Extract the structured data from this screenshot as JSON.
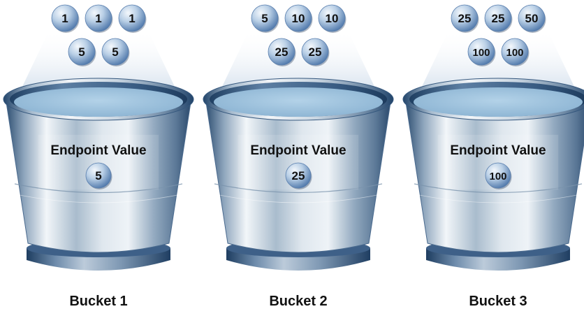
{
  "buckets": [
    {
      "label": "Bucket 1",
      "endpoint_caption": "Endpoint Value",
      "endpoint_value": "5",
      "top_row": [
        "1",
        "1",
        "1"
      ],
      "second_row": [
        "5",
        "5"
      ]
    },
    {
      "label": "Bucket 2",
      "endpoint_caption": "Endpoint Value",
      "endpoint_value": "25",
      "top_row": [
        "5",
        "10",
        "10"
      ],
      "second_row": [
        "25",
        "25"
      ]
    },
    {
      "label": "Bucket 3",
      "endpoint_caption": "Endpoint Value",
      "endpoint_value": "100",
      "top_row": [
        "25",
        "25",
        "50"
      ],
      "second_row": [
        "100",
        "100"
      ]
    }
  ],
  "colors": {
    "ball_light": "#dbe8f5",
    "ball_dark": "#5f86b8",
    "water": "#9cc0dc",
    "bucket_dark": "#2a4f77",
    "bucket_light": "#e8eef4"
  }
}
